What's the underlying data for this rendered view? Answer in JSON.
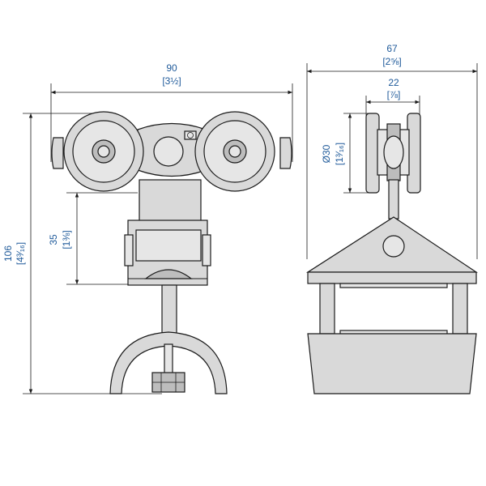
{
  "dimensions": {
    "width_main": {
      "value": "90",
      "inch": "[3½]"
    },
    "height_main": {
      "value": "106",
      "inch": "[4³⁄₁₆]"
    },
    "height_bracket": {
      "value": "35",
      "inch": "[1⅜]"
    },
    "width_side": {
      "value": "67",
      "inch": "[2⅝]"
    },
    "width_wheel": {
      "value": "22",
      "inch": "[⅞]"
    },
    "diameter_wheel": {
      "value": "Ø30",
      "inch": "[1³⁄₁₆]"
    }
  },
  "colors": {
    "dimension": "#1f5a9a",
    "outline": "#1a1a1a",
    "fill": "#d9d9d9"
  }
}
